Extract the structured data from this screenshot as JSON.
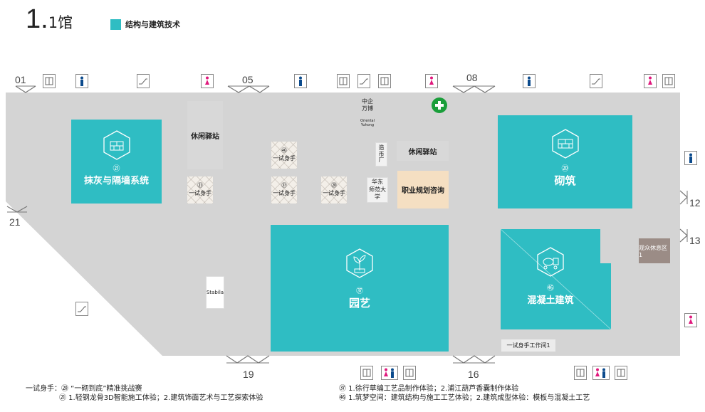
{
  "hall": {
    "number": "1",
    "dot": ".",
    "name": "1馆"
  },
  "legend": {
    "label": "结构与建筑技术",
    "color": "#2fbdc3"
  },
  "gates": [
    "01",
    "05",
    "08",
    "12",
    "13",
    "16",
    "19",
    "21"
  ],
  "zones": [
    {
      "id": "zone-21",
      "num": "㉑",
      "label": "抹灰与隔墙系统",
      "icon": "bricks-wall-icon"
    },
    {
      "id": "zone-20",
      "num": "⑳",
      "label": "砌筑",
      "icon": "bricks-trowel-icon"
    },
    {
      "id": "zone-37",
      "num": "㊲",
      "label": "园艺",
      "icon": "plant-icon"
    },
    {
      "id": "zone-46",
      "num": "㊻",
      "label": "混凝土建筑",
      "icon": "concrete-mixer-icon"
    }
  ],
  "rest_stations": [
    "休闲驿站",
    "休闲驿站"
  ],
  "career": "职业规划咨询",
  "audience_rest": "观众休息区1",
  "workshop": "一试身手工作间1",
  "booths": {
    "zhongqi": "中企\n万博",
    "oriental": "Oriental\nYuhong",
    "zaobi": "造\n币\n厂",
    "ecnu": "华东\n师范大学",
    "stabila": "Stabila"
  },
  "tryouts": [
    {
      "num": "㊻",
      "text": "一试身手"
    },
    {
      "num": "㉑",
      "text": "一试身手"
    },
    {
      "num": "㊲",
      "text": "一试身手"
    },
    {
      "num": "⑳",
      "text": "一试身手"
    }
  ],
  "notes": {
    "left_1": "一试身手：⑳ “一砌到底”精准挑战赛",
    "left_2": "㉑ 1.轻钢龙骨3D智能施工体验；2.建筑饰面艺术与工艺探索体验",
    "right_1": "㊲ 1.徐行草编工艺品制作体验；2.浦江葫芦香囊制作体验",
    "right_2": "㊻ 1.筑梦空间：建筑结构与施工工艺体验；2.建筑成型体验：模板与混凝土工艺"
  },
  "colors": {
    "floor": "#d4d4d4",
    "zone": "#2fbdc3",
    "career": "#f5dfc2",
    "male": "#0b4a8c",
    "female": "#e0197d",
    "firstaid": "#1a9e3a",
    "rest": "#9b8c86"
  }
}
